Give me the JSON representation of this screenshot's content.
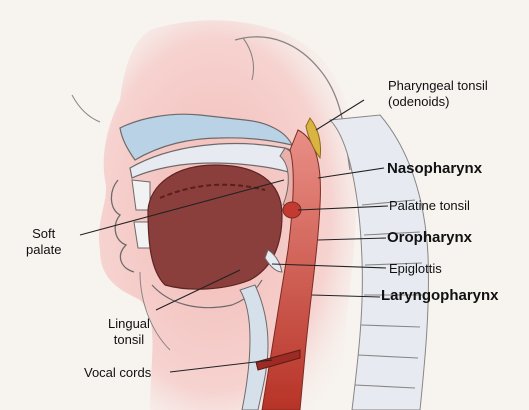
{
  "diagram": {
    "labels": {
      "pharyngeal_tonsil": "Pharyngeal tonsil\n(odenoids)",
      "nasopharynx": "Nasopharynx",
      "palatine_tonsil": "Palatine tonsil",
      "soft_palate": "Soft\npalate",
      "oropharynx": "Oropharynx",
      "epiglottis": "Epiglottis",
      "laryngopharynx": "Laryngopharynx",
      "lingual_tonsil": "Lingual\ntonsil",
      "vocal_cords": "Vocal cords"
    },
    "colors": {
      "background": "#f7f3ef",
      "skin": "#f6d3d0",
      "tongue": "#8a3f3c",
      "pharynx_red": "#c23a30",
      "bone": "#e7ebf1",
      "nasal_blue": "#b9d2e6",
      "adenoid_yellow": "#d9b442",
      "outline": "#6f6a6a",
      "leader_line": "#222222"
    }
  }
}
